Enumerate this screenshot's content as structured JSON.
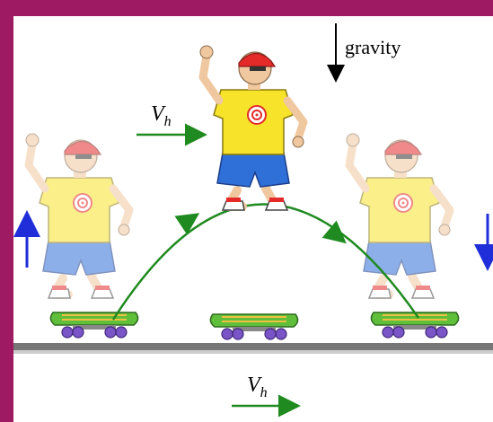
{
  "labels": {
    "gravity": "gravity",
    "vh_top": "V",
    "vh_top_sub": "h",
    "vh_bottom": "V",
    "vh_bottom_sub": "h"
  },
  "colors": {
    "frame": "#9e1a63",
    "panel": "#ffffff",
    "trajectory": "#1f8a1f",
    "velocity_arrow": "#1f8a1f",
    "vertical_arrow": "#1f2ed8",
    "gravity_arrow": "#000000",
    "shirt": "#f7e32a",
    "shorts": "#2f6fd8",
    "cap": "#e52a2a",
    "skin": "#f0c8a0",
    "board": "#5fbf3a",
    "wheels": "#7a55c8",
    "ground": "#777777"
  },
  "figures": [
    {
      "name": "skater-left",
      "faded": true
    },
    {
      "name": "skater-center",
      "faded": false
    },
    {
      "name": "skater-right",
      "faded": true
    }
  ],
  "icons": [
    "up-arrow-icon",
    "down-arrow-icon",
    "gravity-arrow-icon"
  ]
}
